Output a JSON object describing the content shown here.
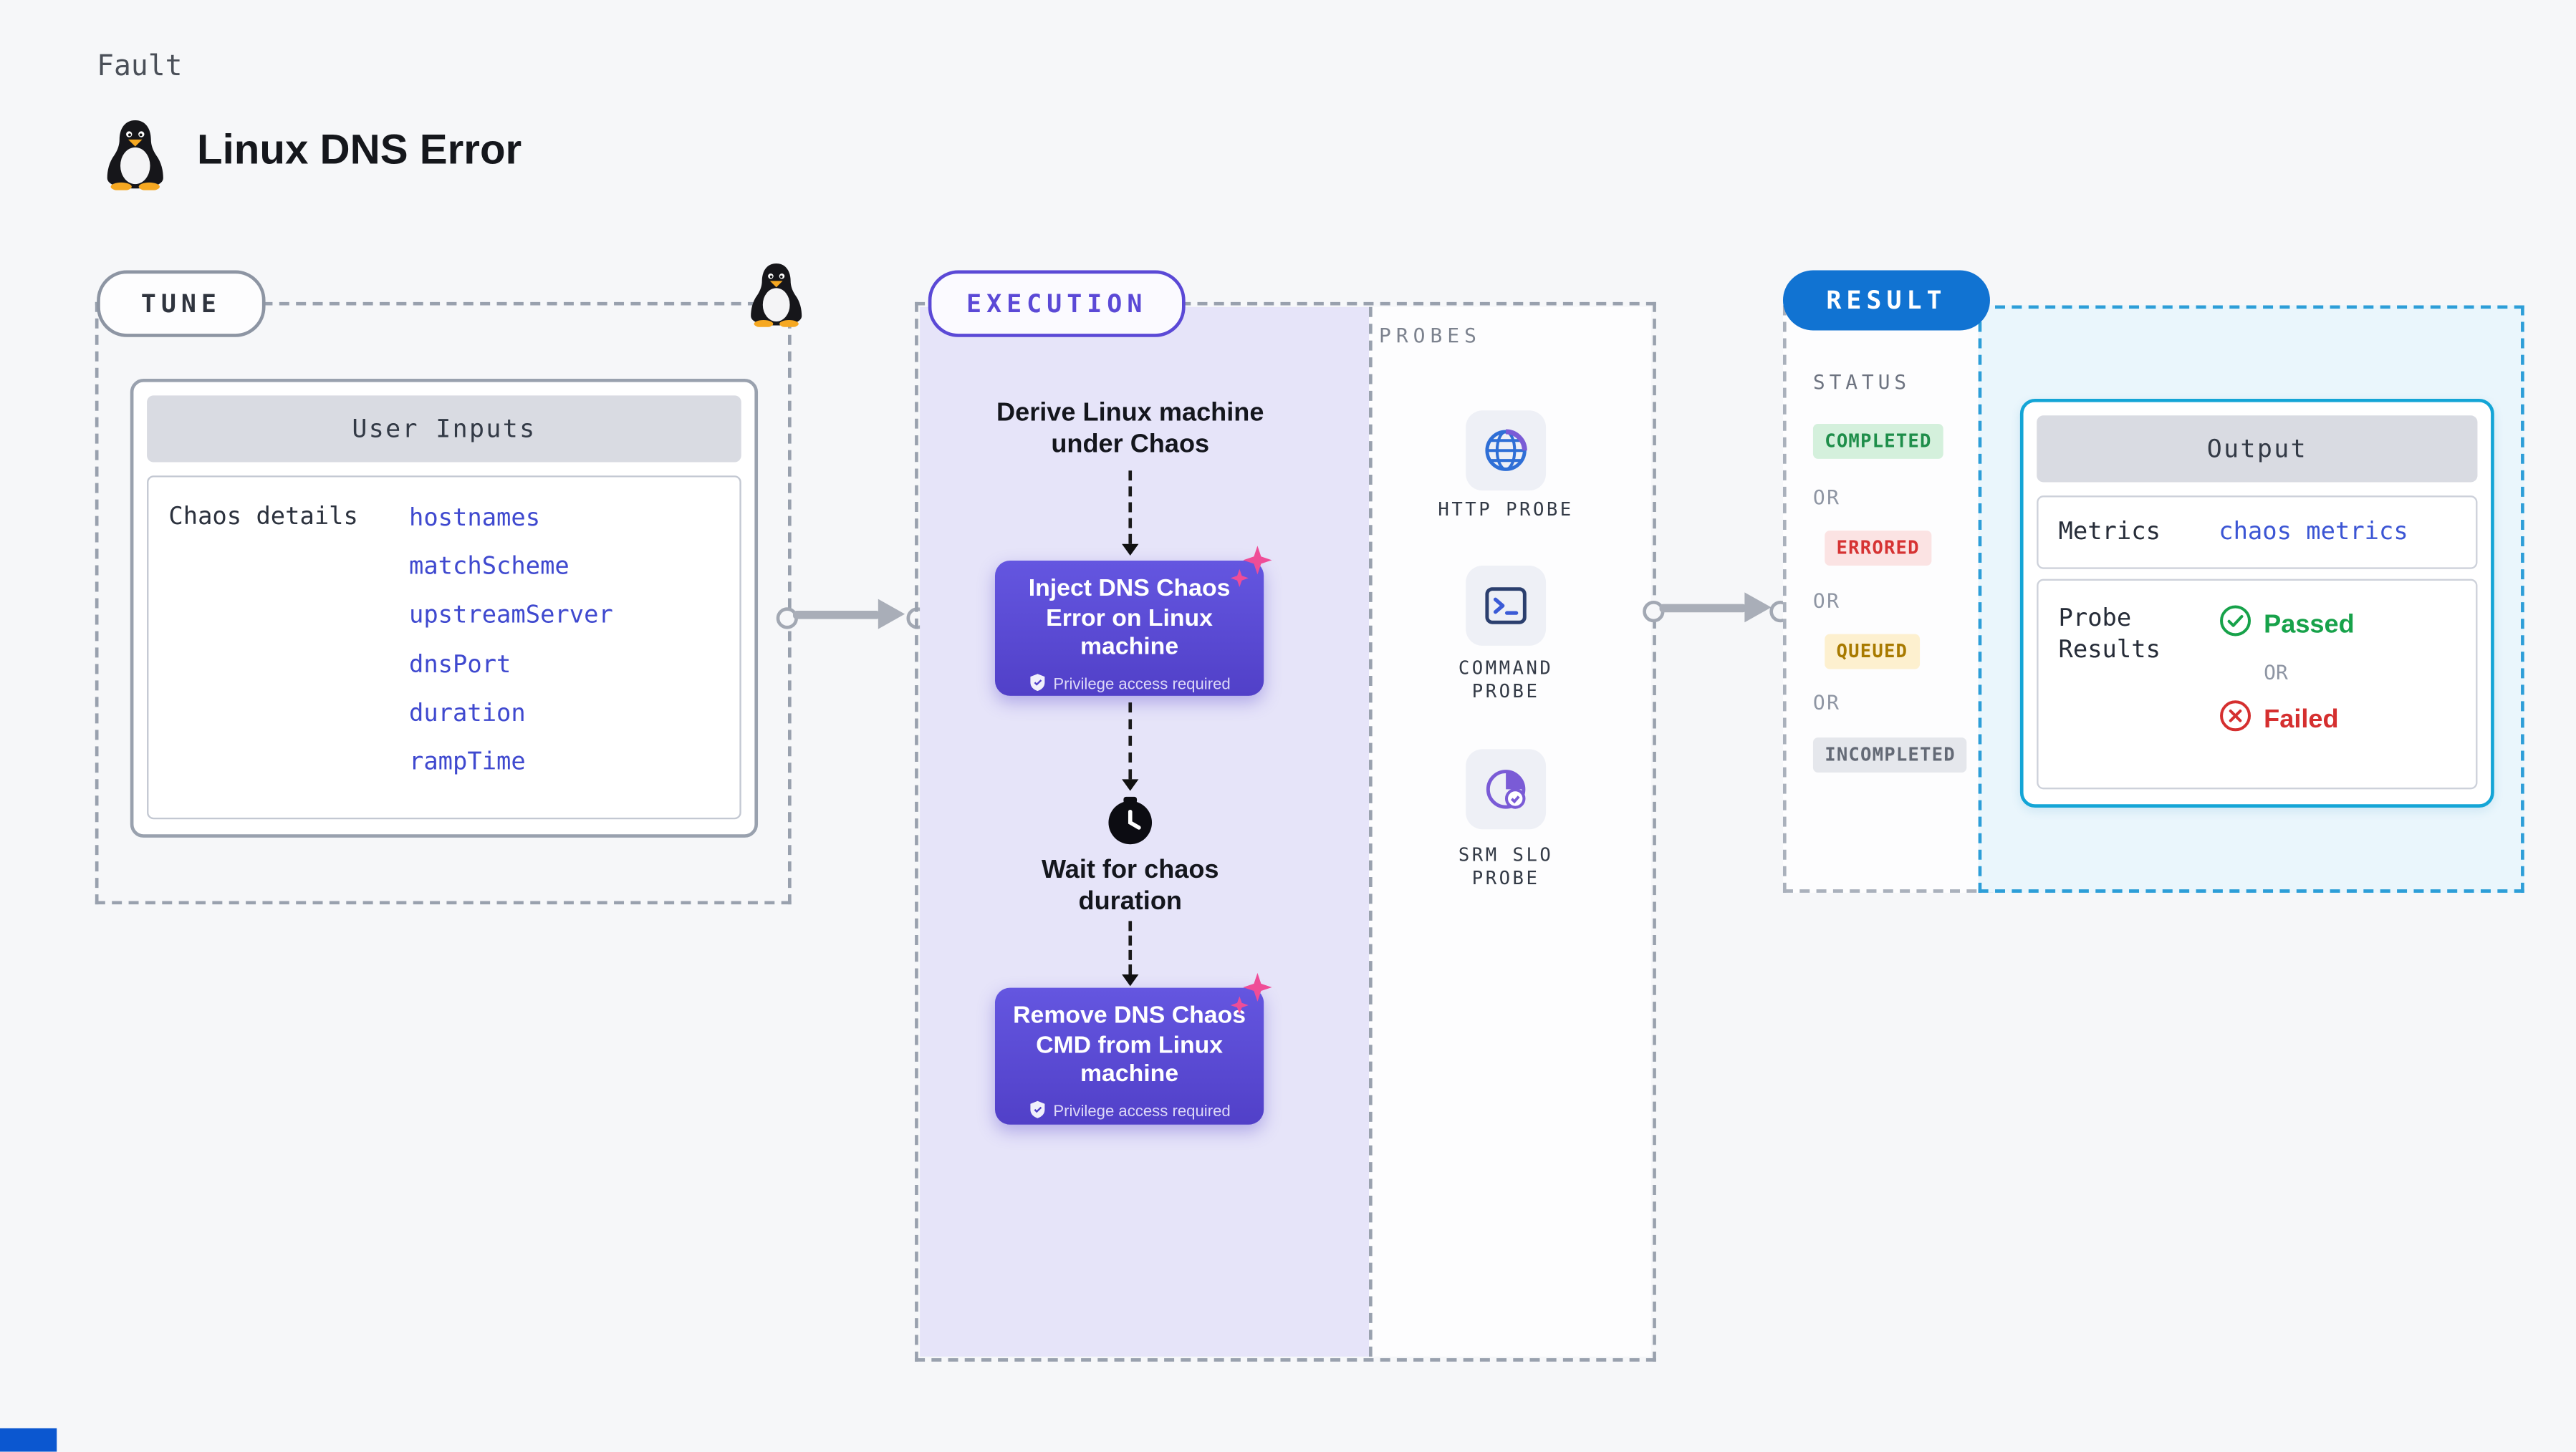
{
  "header": {
    "kicker": "Fault",
    "title": "Linux DNS Error"
  },
  "tune": {
    "label": "TUNE",
    "card_title": "User Inputs",
    "row_label": "Chaos details",
    "params": [
      "hostnames",
      "matchScheme",
      "upstreamServer",
      "dnsPort",
      "duration",
      "rampTime"
    ]
  },
  "execution": {
    "label": "EXECUTION",
    "derive_step": "Derive Linux machine under Chaos",
    "inject_title": "Inject DNS Chaos Error on Linux machine",
    "privilege_badge": "Privilege access required",
    "wait_step": "Wait for chaos duration",
    "remove_title": "Remove DNS Chaos CMD from Linux machine"
  },
  "probes": {
    "label": "PROBES",
    "items": [
      "HTTP PROBE",
      "COMMAND PROBE",
      "SRM SLO PROBE"
    ]
  },
  "result": {
    "label": "RESULT",
    "status_label": "STATUS",
    "or_label": "OR",
    "statuses": [
      "COMPLETED",
      "ERRORED",
      "QUEUED",
      "INCOMPLETED"
    ],
    "output": {
      "title": "Output",
      "metrics_label": "Metrics",
      "metrics_value": "chaos metrics",
      "probe_results_label": "Probe Results",
      "passed_label": "Passed",
      "or_label": "OR",
      "failed_label": "Failed"
    }
  },
  "colors": {
    "accent_purple": "#5b49d6",
    "accent_blue": "#1173d2",
    "execution_fill": "#e6e4f9",
    "result_fill": "#eaf6fc",
    "param_blue": "#3f49cf",
    "completed": "#1e8e4a",
    "errored": "#d63333",
    "queued": "#a87a00",
    "incompleted": "#646a76",
    "passed": "#17a24a",
    "failed": "#d52f2f",
    "sparkle_pink": "#ef4d97"
  }
}
